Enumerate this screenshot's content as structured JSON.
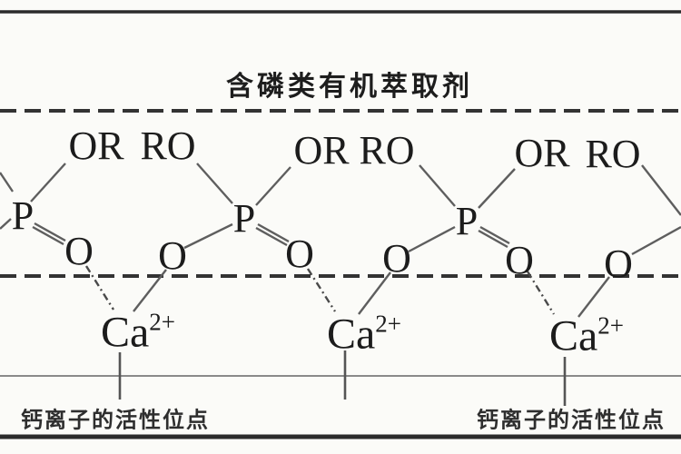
{
  "title": "含磷类有机萃取剂",
  "molecule": {
    "p_label": "P",
    "o_label": "O",
    "or_label": "OR",
    "ro_label": "RO",
    "ca_label": "Ca",
    "ca_charge": "2+"
  },
  "footer": {
    "left_label": "钙离子的活性位点",
    "right_label": "钙离子的活性位点"
  },
  "colors": {
    "background": "#fbfbf8",
    "rule_dark": "#2b2b2b",
    "rule_dashed": "#333333",
    "rule_gray": "#8a8a8a",
    "bond": "#5e5e5e",
    "text": "#1c1c1c"
  }
}
